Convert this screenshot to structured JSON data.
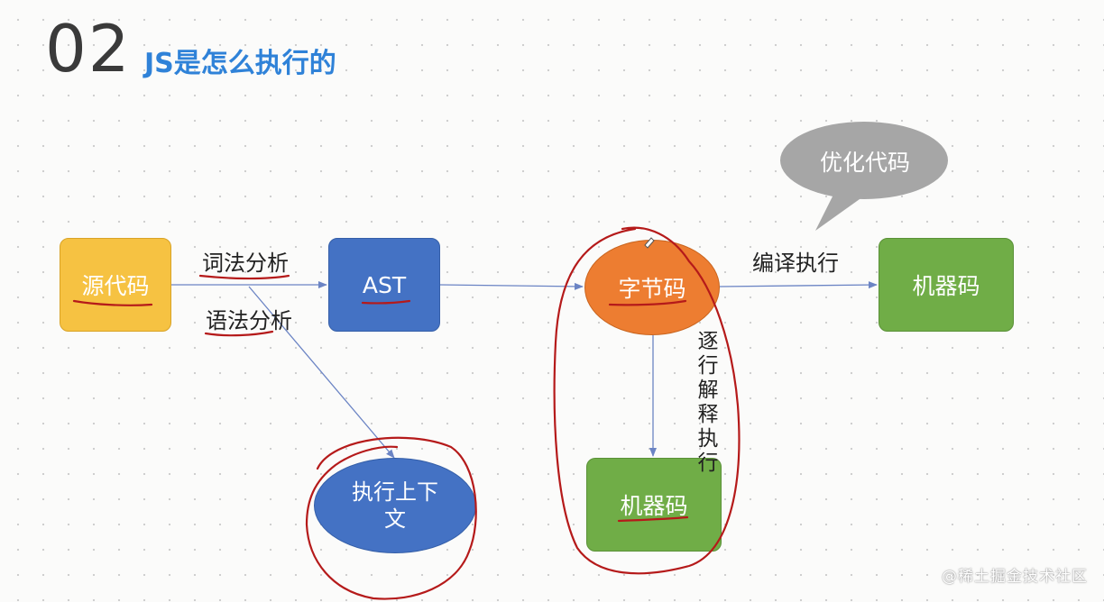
{
  "header": {
    "section_number": "02",
    "title": "JS是怎么执行的"
  },
  "nodes": {
    "source_code": "源代码",
    "ast": "AST",
    "bytecode": "字节码",
    "machine_code_right": "机器码",
    "machine_code_bottom": "机器码",
    "execution_context": "执行上下文",
    "optimize_bubble": "优化代码"
  },
  "edge_labels": {
    "lexical_analysis": "词法分析",
    "syntax_analysis": "语法分析",
    "compile_execute": "编译执行",
    "interpret_line_by_line": "逐行解释执行"
  },
  "watermark": "@稀土掘金技术社区",
  "colors": {
    "source_fill": "#f6c242",
    "ast_fill": "#4472c4",
    "bytecode_fill": "#ed7d31",
    "machine_fill": "#70ad47",
    "context_fill": "#4472c4",
    "bubble_fill": "#a6a6a6",
    "arrow": "#6b84c4",
    "annotation_red": "#b51a1a",
    "title_blue": "#2f82d8"
  }
}
